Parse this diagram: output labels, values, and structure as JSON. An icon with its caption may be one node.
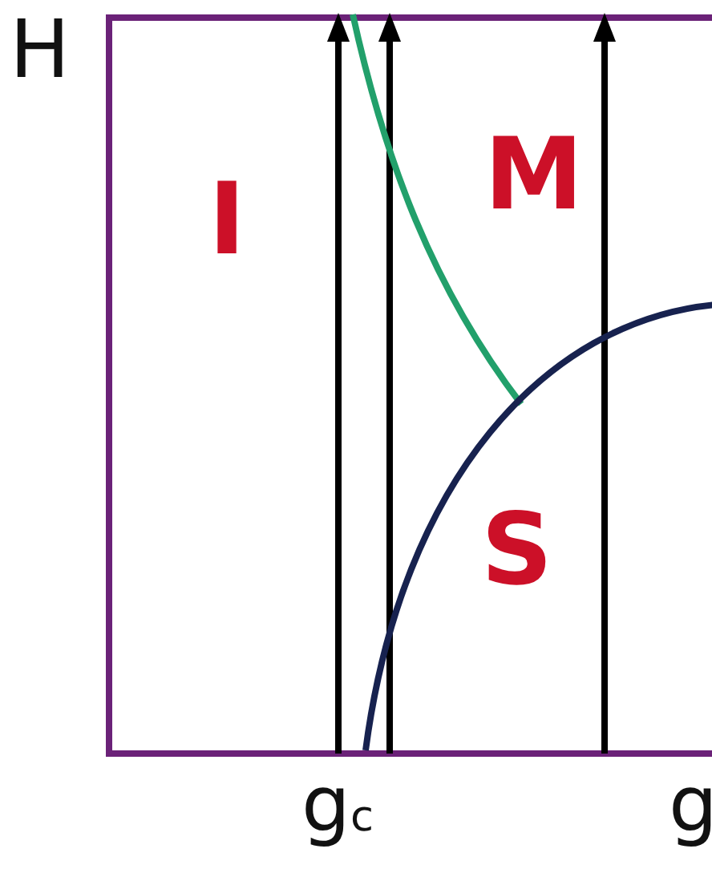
{
  "diagram": {
    "labels": [
      "H",
      "I",
      "M",
      "S",
      "g$_{c}$",
      "g"
    ]
  }
}
